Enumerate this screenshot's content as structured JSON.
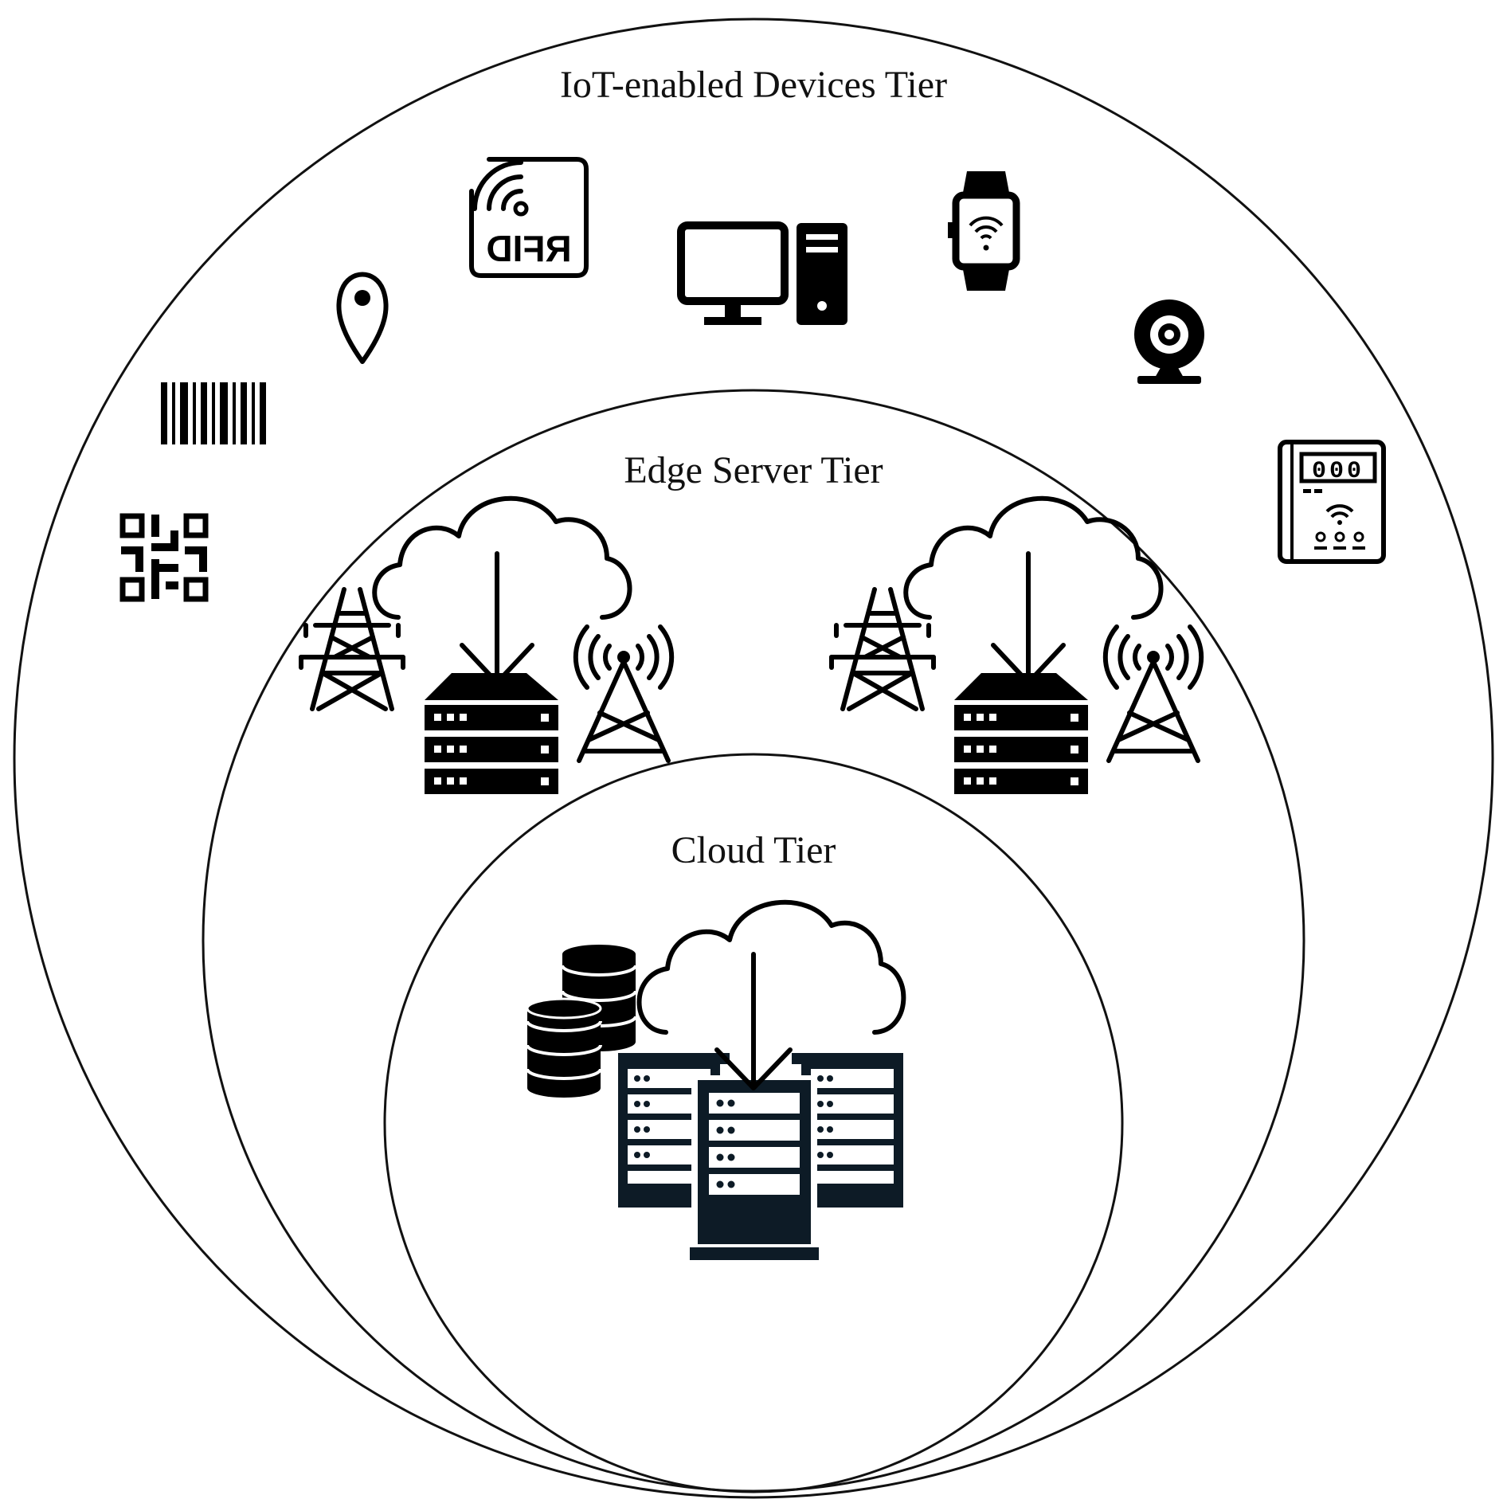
{
  "tiers": {
    "iot": {
      "label": "IoT-enabled Devices Tier"
    },
    "edge": {
      "label": "Edge Server Tier"
    },
    "cloud": {
      "label": "Cloud Tier"
    }
  },
  "icons": {
    "iot": [
      "barcode-icon",
      "qr-code-icon",
      "location-pin-icon",
      "rfid-tag-icon",
      "desktop-computer-icon",
      "smartwatch-icon",
      "webcam-icon",
      "smart-meter-icon"
    ],
    "edge": [
      "transmission-tower-icon",
      "edge-cloud-server-icon",
      "cell-antenna-icon"
    ],
    "cloud": [
      "database-stack-icon",
      "cloud-datacenter-icon"
    ]
  },
  "rfid_tag": {
    "text": "RFID"
  },
  "smart_meter": {
    "display": "000"
  }
}
